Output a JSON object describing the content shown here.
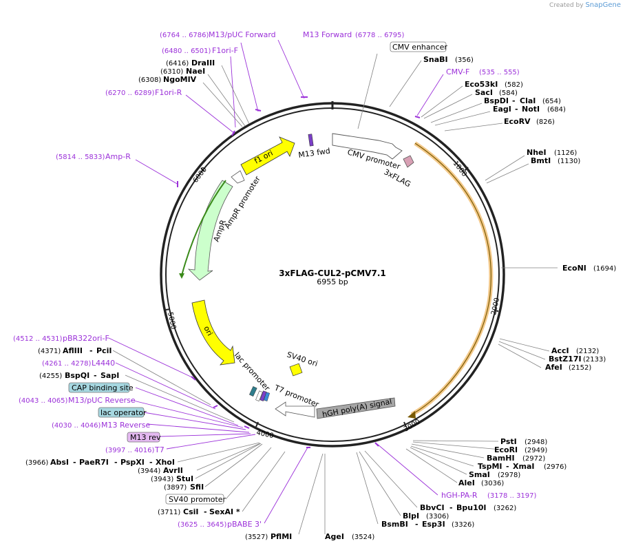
{
  "brand": {
    "created_by": "Created by",
    "name": "SnapGene"
  },
  "plasmid": {
    "name": "3xFLAG-CUL2-pCMV7.1",
    "size": "6955 bp"
  },
  "ticks": [
    "1000",
    "2000",
    "3000",
    "4000",
    "5000",
    "6000"
  ],
  "enzymes": [
    {
      "name": "SnaBI",
      "pos": "(356)"
    },
    {
      "name": "Eco53kI",
      "pos": "(582)"
    },
    {
      "name": "SacI",
      "pos": "(584)"
    },
    {
      "name": "BspDI",
      "name2": "ClaI",
      "pos": "(654)"
    },
    {
      "name": "EagI",
      "name2": "NotI",
      "pos": "(684)"
    },
    {
      "name": "EcoRV",
      "pos": "(826)"
    },
    {
      "name": "NheI",
      "pos": "(1126)"
    },
    {
      "name": "BmtI",
      "pos": "(1130)"
    },
    {
      "name": "EcoNI",
      "pos": "(1694)"
    },
    {
      "name": "AccI",
      "pos": "(2132)"
    },
    {
      "name": "BstZ17I",
      "pos": "(2133)"
    },
    {
      "name": "AfeI",
      "pos": "(2152)"
    },
    {
      "name": "PstI",
      "pos": "(2948)"
    },
    {
      "name": "EcoRI",
      "pos": "(2949)"
    },
    {
      "name": "BamHI",
      "pos": "(2972)"
    },
    {
      "name": "TspMI",
      "name2": "XmaI",
      "pos": "(2976)"
    },
    {
      "name": "SmaI",
      "pos": "(2978)"
    },
    {
      "name": "AleI",
      "pos": "(3036)"
    },
    {
      "name": "BbvCI",
      "name2": "Bpu10I",
      "pos": "(3262)"
    },
    {
      "name": "BlpI",
      "pos": "(3306)"
    },
    {
      "name": "BsmBI",
      "name2": "Esp3I",
      "pos": "(3326)"
    },
    {
      "name": "AgeI",
      "pos": "(3524)"
    },
    {
      "name": "PflMI",
      "pos": "(3527)"
    },
    {
      "name": "CsiI",
      "name2": "SexAI *",
      "pos": "(3711)"
    },
    {
      "name": "SfiI",
      "pos": "(3897)"
    },
    {
      "name": "StuI",
      "pos": "(3943)"
    },
    {
      "name": "AvrII",
      "pos": "(3944)"
    },
    {
      "name": "AbsI",
      "name2": "PaeR7I",
      "name3": "PspXI",
      "name4": "XhoI",
      "pos": "(3966)"
    },
    {
      "name": "BspQI",
      "name2": "SapI",
      "pos": "(4255)"
    },
    {
      "name": "AflIII",
      "name2": "PciI",
      "pos": "(4371)"
    },
    {
      "name": "NgoMIV",
      "pos": "(6308)"
    },
    {
      "name": "NaeI",
      "pos": "(6310)"
    },
    {
      "name": "DraIII",
      "pos": "(6416)"
    }
  ],
  "primers": [
    {
      "name": "M13/pUC Forward",
      "pos": "(6764 .. 6786)"
    },
    {
      "name": "M13 Forward",
      "pos": "(6778 .. 6795)"
    },
    {
      "name": "F1ori-F",
      "pos": "(6480 .. 6501)"
    },
    {
      "name": "F1ori-R",
      "pos": "(6270 .. 6289)"
    },
    {
      "name": "CMV-F",
      "pos": "(535 .. 555)"
    },
    {
      "name": "Amp-R",
      "pos": "(5814 .. 5833)"
    },
    {
      "name": "pBR322ori-F",
      "pos": "(4512 .. 4531)"
    },
    {
      "name": "L4440",
      "pos": "(4261 .. 4278)"
    },
    {
      "name": "M13/pUC Reverse",
      "pos": "(4043 .. 4065)"
    },
    {
      "name": "M13 Reverse",
      "pos": "(4030 .. 4046)"
    },
    {
      "name": "T7",
      "pos": "(3997 .. 4016)"
    },
    {
      "name": "pBABE 3'",
      "pos": "(3625 .. 3645)"
    },
    {
      "name": "hGH-PA-R",
      "pos": "(3178 .. 3197)"
    }
  ],
  "boxed": [
    {
      "name": "CMV enhancer"
    },
    {
      "name": "CAP binding site"
    },
    {
      "name": "lac operator"
    },
    {
      "name": "M13 rev"
    },
    {
      "name": "SV40 promoter"
    }
  ],
  "features": {
    "m13fwd": "M13 fwd",
    "cmv_promoter": "CMV promoter",
    "flag": "3xFLAG",
    "f1ori": "f1 ori",
    "ampr_promoter": "AmpR promoter",
    "ampr": "AmpR",
    "ori": "ori",
    "lac_promoter": "lac promoter",
    "sv40ori": "SV40 ori",
    "t7_promoter": "T7 promoter",
    "hgh": "hGH poly(A) signal"
  }
}
